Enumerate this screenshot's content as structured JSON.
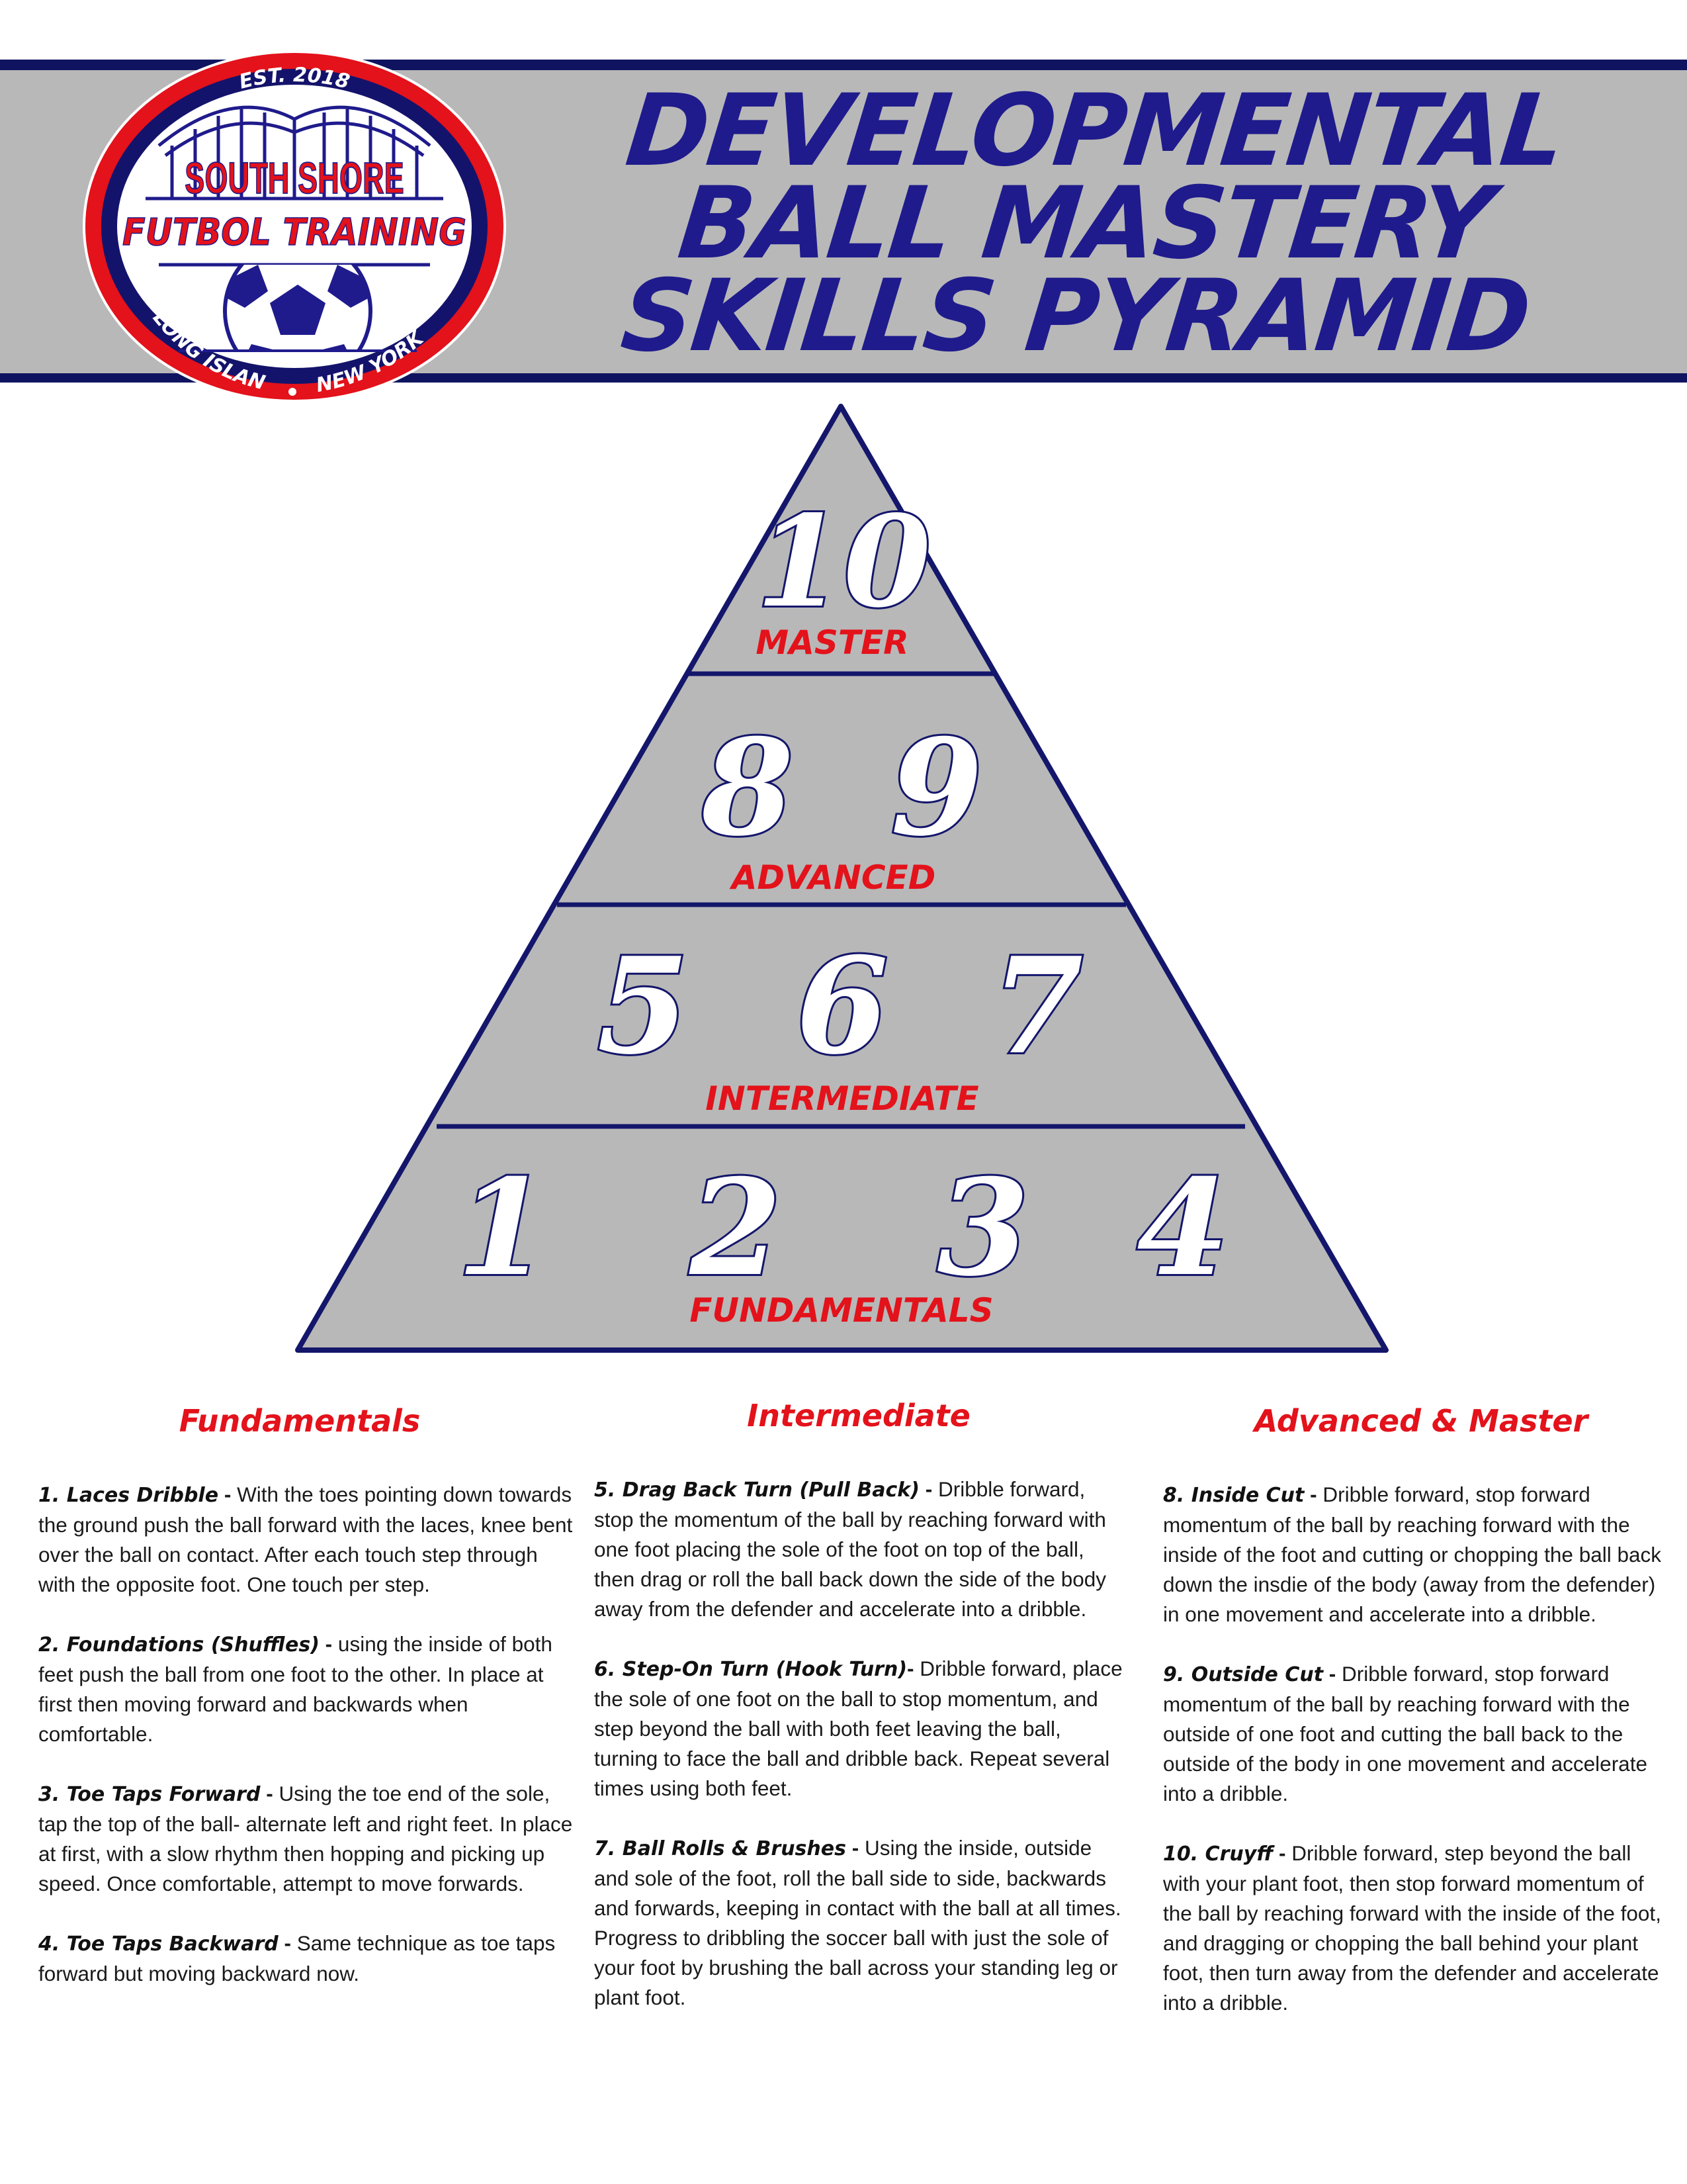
{
  "logo": {
    "est": "EST. 2018",
    "line1": "SOUTH SHORE",
    "line2": "FUTBOL TRAINING",
    "location_left": "LONG ISLAND",
    "location_right": "NEW YORK"
  },
  "title": {
    "line1": "DEVELOPMENTAL",
    "line2": "BALL MASTERY",
    "line3": "SKILLS PYRAMID"
  },
  "pyramid": {
    "tiers": [
      {
        "label": "MASTER",
        "numbers": [
          "10"
        ]
      },
      {
        "label": "ADVANCED",
        "numbers": [
          "8",
          "9"
        ]
      },
      {
        "label": "INTERMEDIATE",
        "numbers": [
          "5",
          "6",
          "7"
        ]
      },
      {
        "label": "FUNDAMENTALS",
        "numbers": [
          "1",
          "2",
          "3",
          "4"
        ]
      }
    ]
  },
  "columns": [
    {
      "heading": "Fundamentals",
      "items": [
        {
          "name": "1. Laces Dribble",
          "sep": " - ",
          "text": "With the toes pointing down towards the ground push the ball forward with the laces, knee bent over the ball on contact. After  each touch step through with the opposite foot. One touch per step."
        },
        {
          "name": "2. Foundations (Shuffles)",
          "sep": " - ",
          "text": "using the inside of both feet push the ball from one foot to the other. In place at first then moving forward and backwards when comfortable."
        },
        {
          "name": "3. Toe Taps Forward",
          "sep": " - ",
          "text": "Using the toe end of the sole, tap the top of the ball- alternate left and right feet. In place at first, with a slow rhythm then hopping and picking up speed. Once comfortable, attempt to move forwards."
        },
        {
          "name": "4. Toe Taps Backward",
          "sep": " - ",
          "text": "Same technique as toe taps forward but moving backward now."
        }
      ]
    },
    {
      "heading": "Intermediate",
      "items": [
        {
          "name": "5. Drag Back Turn (Pull Back)",
          "sep": " - ",
          "text": "Dribble forward, stop the momentum of the ball by reaching forward with one foot placing the sole of the foot on top of the ball, then drag or roll the ball back down the side of the body away from the defender and accelerate into a dribble."
        },
        {
          "name": "6. Step-On Turn (Hook Turn)",
          "sep": "- ",
          "text": "Dribble forward, place the sole of one foot on the ball to stop momentum, and step beyond the ball with both feet leaving the ball, turning to face the ball and dribble back. Repeat several times using both feet."
        },
        {
          "name": "7. Ball Rolls & Brushes",
          "sep": " - ",
          "text": "Using the inside, outside and sole of the foot, roll the ball side to side, backwards and forwards, keeping in contact with the ball at all times. Progress to dribbling the soccer ball with just the sole of your foot by brushing the ball across your standing leg or plant foot."
        }
      ]
    },
    {
      "heading": "Advanced & Master",
      "items": [
        {
          "name": "8. Inside Cut",
          "sep": " - ",
          "text": "Dribble forward, stop forward momentum of the ball by reaching forward with the inside of the foot and cutting or chopping the ball back down the insdie of the body (away from the defender) in one movement and accelerate into a dribble."
        },
        {
          "name": "9. Outside Cut",
          "sep": " - ",
          "text": "Dribble forward, stop forward momentum of the ball by reaching forward with the outside of one foot and cutting the ball back to the outside of the body in one movement and accelerate into a dribble."
        },
        {
          "name": "10. Cruyff",
          "sep": " - ",
          "text": "Dribble forward, step beyond the ball with your plant foot, then stop forward momentum of the ball by reaching forward with the inside of the foot, and dragging or chopping the ball behind your plant foot, then turn away from the defender and accelerate into a dribble."
        }
      ]
    }
  ],
  "colors": {
    "navy": "#1f1b8c",
    "red": "#e3121b",
    "gray": "#b8b8b8",
    "dark": "#101460"
  }
}
